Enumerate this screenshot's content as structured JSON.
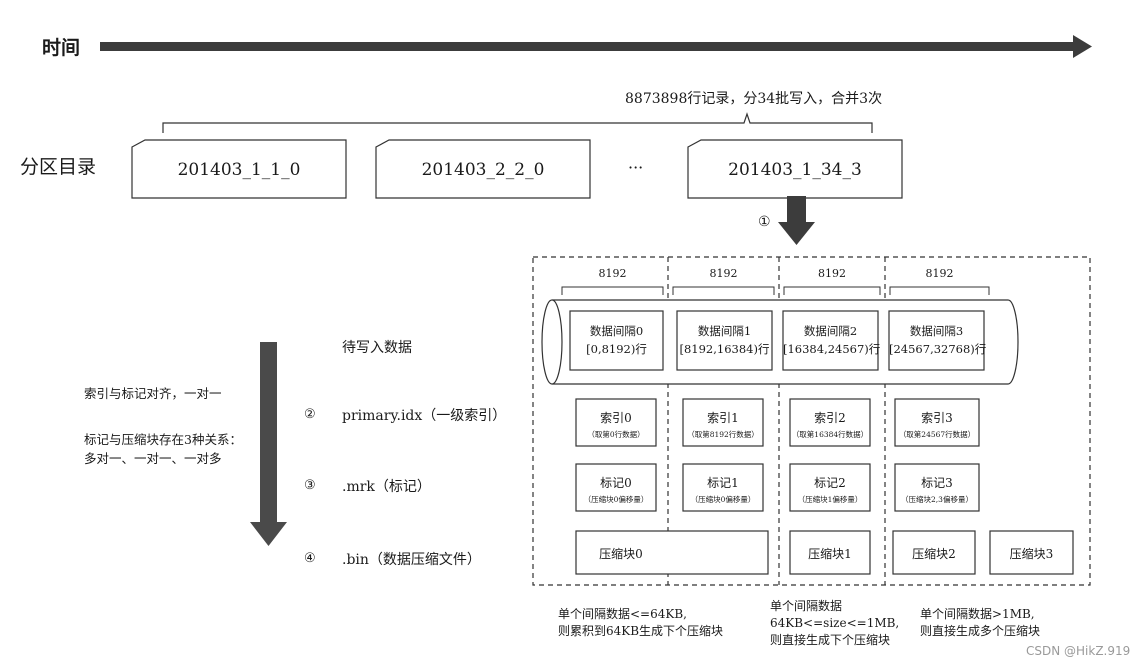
{
  "timeline": {
    "label": "时间"
  },
  "summary": "8873898行记录，分34批写入，合并3次",
  "partition": {
    "label": "分区目录",
    "dirs": [
      "201403_1_1_0",
      "201403_2_2_0",
      "201403_1_34_3"
    ],
    "ellipsis": "···"
  },
  "step_marker": "①",
  "granule_size": [
    "8192",
    "8192",
    "8192",
    "8192"
  ],
  "intervals": [
    {
      "title": "数据间隔0",
      "range": "[0,8192)行"
    },
    {
      "title": "数据间隔1",
      "range": "[8192,16384)行"
    },
    {
      "title": "数据间隔2",
      "range": "[16384,24567)行"
    },
    {
      "title": "数据间隔3",
      "range": "[24567,32768)行"
    }
  ],
  "indexes": [
    {
      "title": "索引0",
      "sub": "（取第0行数据）"
    },
    {
      "title": "索引1",
      "sub": "（取第8192行数据）"
    },
    {
      "title": "索引2",
      "sub": "（取第16384行数据）"
    },
    {
      "title": "索引3",
      "sub": "（取第24567行数据）"
    }
  ],
  "marks": [
    {
      "title": "标记0",
      "sub": "（压缩块0偏移量）"
    },
    {
      "title": "标记1",
      "sub": "（压缩块0偏移量）"
    },
    {
      "title": "标记2",
      "sub": "（压缩块1偏移量）"
    },
    {
      "title": "标记3",
      "sub": "（压缩块2,3偏移量）"
    }
  ],
  "blocks": [
    "压缩块0",
    "压缩块1",
    "压缩块2",
    "压缩块3"
  ],
  "rows": {
    "data": "待写入数据",
    "idx_num": "②",
    "idx": "primary.idx（一级索引）",
    "mrk_num": "③",
    "mrk": ".mrk（标记）",
    "bin_num": "④",
    "bin": ".bin（数据压缩文件）"
  },
  "notes_left": {
    "n1": "索引与标记对齐，一对一",
    "n2a": "标记与压缩块存在3种关系：",
    "n2b": "多对一、一对一、一对多"
  },
  "notes_bottom": [
    {
      "l1": "单个间隔数据<=64KB,",
      "l2": "则累积到64KB生成下个压缩块"
    },
    {
      "l1": "单个间隔数据",
      "l2": "64KB<=size<=1MB,",
      "l3": "则直接生成下个压缩块"
    },
    {
      "l1": "单个间隔数据>1MB,",
      "l2": "则直接生成多个压缩块"
    }
  ],
  "watermark": "CSDN @HikZ.919"
}
